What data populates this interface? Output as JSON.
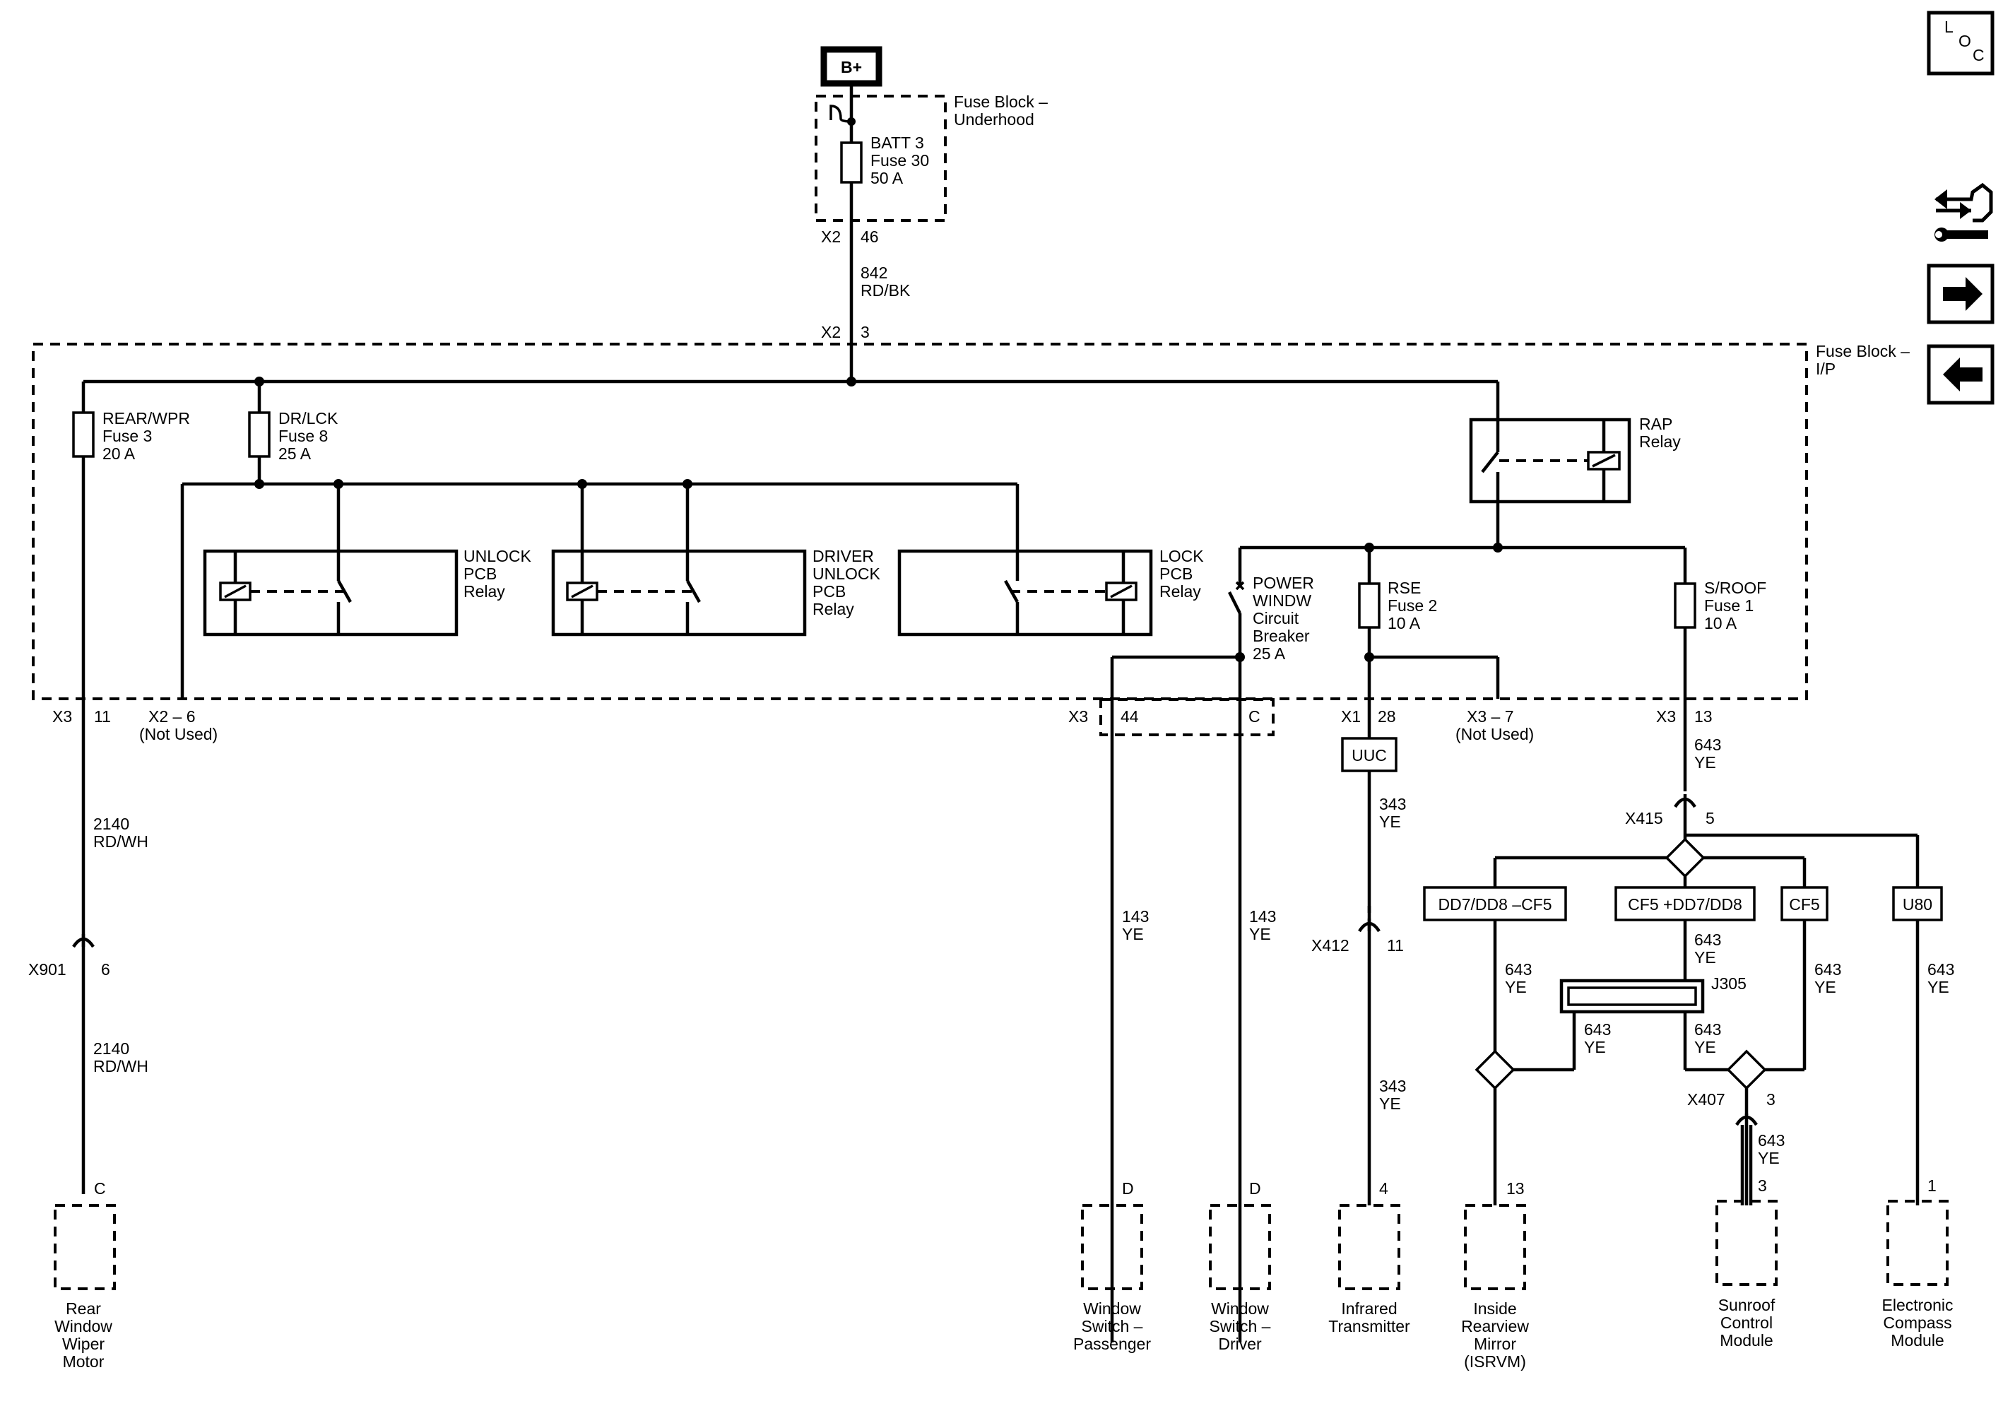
{
  "power_source": "B+",
  "fuse_block_underhood": {
    "title_1": "Fuse Block –",
    "title_2": "Underhood",
    "fuse_1": "BATT 3",
    "fuse_2": "Fuse 30",
    "fuse_3": "50 A",
    "conn": "X2",
    "pin": "46"
  },
  "feed_wire": {
    "circuit": "842",
    "color": "RD/BK"
  },
  "fuse_block_ip": {
    "title_1": "Fuse Block –",
    "title_2": "I/P",
    "conn": "X2",
    "pin": "3"
  },
  "fuses": {
    "rear_wpr": {
      "l1": "REAR/WPR",
      "l2": "Fuse 3",
      "l3": "20 A"
    },
    "dr_lck": {
      "l1": "DR/LCK",
      "l2": "Fuse 8",
      "l3": "25 A"
    },
    "rse": {
      "l1": "RSE",
      "l2": "Fuse 2",
      "l3": "10 A"
    },
    "s_roof": {
      "l1": "S/ROOF",
      "l2": "Fuse 1",
      "l3": "10 A"
    }
  },
  "relays": {
    "rap": {
      "l1": "RAP",
      "l2": "Relay"
    },
    "unlock": {
      "l1": "UNLOCK",
      "l2": "PCB",
      "l3": "Relay"
    },
    "driver_unlock": {
      "l1": "DRIVER",
      "l2": "UNLOCK",
      "l3": "PCB",
      "l4": "Relay"
    },
    "lock": {
      "l1": "LOCK",
      "l2": "PCB",
      "l3": "Relay"
    }
  },
  "circuit_breaker": {
    "l1": "POWER",
    "l2": "WINDW",
    "l3": "Circuit",
    "l4": "Breaker",
    "l5": "25 A"
  },
  "connectors": {
    "x3_11": {
      "conn": "X3",
      "pin": "11"
    },
    "x2_6": {
      "label": "X2 – 6",
      "note": "(Not Used)"
    },
    "x3_44": {
      "conn": "X3",
      "pin": "44",
      "pin2": "C"
    },
    "x1_28": {
      "conn": "X1",
      "pin": "28"
    },
    "x3_7": {
      "label": "X3 – 7",
      "note": "(Not Used)"
    },
    "x3_13": {
      "conn": "X3",
      "pin": "13"
    },
    "x901": {
      "conn": "X901",
      "pin": "6"
    },
    "x412": {
      "conn": "X412",
      "pin": "11"
    },
    "x415": {
      "conn": "X415",
      "pin": "5"
    },
    "x407": {
      "conn": "X407",
      "pin": "3"
    },
    "j305": "J305"
  },
  "options": {
    "uuc": "UUC",
    "dd7_minus_cf5": "DD7/DD8 –CF5",
    "cf5_plus_dd7": "CF5 +DD7/DD8",
    "cf5": "CF5",
    "u80": "U80"
  },
  "wires": {
    "w2140_a": {
      "circuit": "2140",
      "color": "RD/WH"
    },
    "w2140_b": {
      "circuit": "2140",
      "color": "RD/WH"
    },
    "w143_pass": {
      "circuit": "143",
      "color": "YE"
    },
    "w143_drv": {
      "circuit": "143",
      "color": "YE"
    },
    "w343_a": {
      "circuit": "343",
      "color": "YE"
    },
    "w343_b": {
      "circuit": "343",
      "color": "YE"
    },
    "w643_a": {
      "circuit": "643",
      "color": "YE"
    },
    "w643_b": {
      "circuit": "643",
      "color": "YE"
    },
    "w643_c": {
      "circuit": "643",
      "color": "YE"
    },
    "w643_d": {
      "circuit": "643",
      "color": "YE"
    },
    "w643_e": {
      "circuit": "643",
      "color": "YE"
    },
    "w643_f": {
      "circuit": "643",
      "color": "YE"
    },
    "w643_g": {
      "circuit": "643",
      "color": "YE"
    },
    "w643_h": {
      "circuit": "643",
      "color": "YE"
    }
  },
  "components": {
    "rear_wiper": {
      "pin": "C",
      "l1": "Rear",
      "l2": "Window",
      "l3": "Wiper",
      "l4": "Motor"
    },
    "win_pass": {
      "pin": "D",
      "l1": "Window",
      "l2": "Switch –",
      "l3": "Passenger"
    },
    "win_drv": {
      "pin": "D",
      "l1": "Window",
      "l2": "Switch –",
      "l3": "Driver"
    },
    "ir_tx": {
      "pin": "4",
      "l1": "Infrared",
      "l2": "Transmitter"
    },
    "isrvm": {
      "pin": "13",
      "l1": "Inside",
      "l2": "Rearview",
      "l3": "Mirror",
      "l4": "(ISRVM)"
    },
    "sunroof": {
      "pin": "3",
      "l1": "Sunroof",
      "l2": "Control",
      "l3": "Module"
    },
    "compass": {
      "pin": "1",
      "l1": "Electronic",
      "l2": "Compass",
      "l3": "Module"
    }
  },
  "nav": {
    "loc_1": "L",
    "loc_2": "O",
    "loc_3": "C",
    "icon_a": "connector-view-icon",
    "icon_b": "next-page-icon",
    "icon_c": "previous-page-icon"
  }
}
